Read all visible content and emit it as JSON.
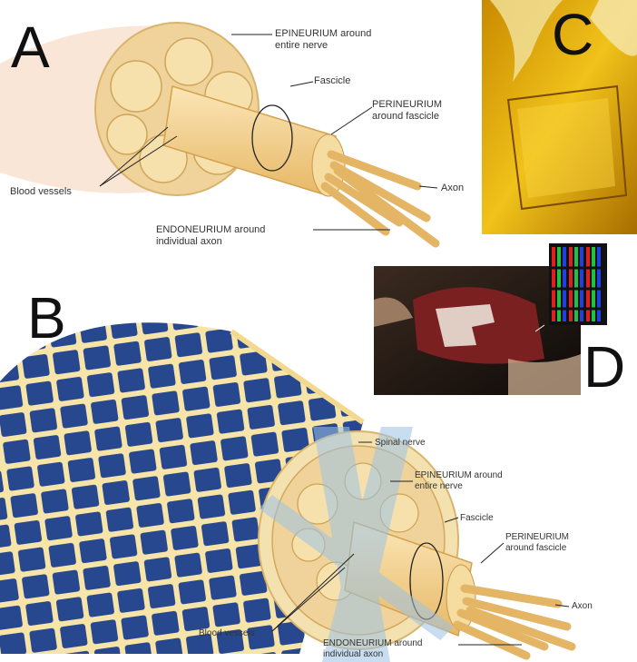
{
  "panels": {
    "a": {
      "letter": "A",
      "labels": {
        "epineurium_1": "EPINEURIUM around",
        "epineurium_2": "entire nerve",
        "fascicle": "Fascicle",
        "perineurium_1": "PERINEURIUM",
        "perineurium_2": "around fascicle",
        "axon": "Axon",
        "blood_vessels": "Blood vessels",
        "endoneurium_1": "ENDONEURIUM around",
        "endoneurium_2": "individual axon"
      }
    },
    "b": {
      "letter": "B",
      "labels": {
        "spinal_nerve": "Spinal nerve",
        "epineurium_1": "EPINEURIUM around",
        "epineurium_2": "entire nerve",
        "fascicle": "Fascicle",
        "perineurium_1": "PERINEURIUM",
        "perineurium_2": "around fascicle",
        "axon": "Axon",
        "blood_vessels": "Blood vessels",
        "endoneurium_1": "ENDONEURIUM around",
        "endoneurium_2": "individual axon"
      }
    },
    "c": {
      "letter": "C"
    },
    "d": {
      "letter": "D"
    }
  },
  "colors": {
    "nerve_tan": "#f2d08a",
    "nerve_light": "#f8e3b0",
    "panel_b_tile": "#27478f",
    "photo_yellow": "#e6b400"
  }
}
